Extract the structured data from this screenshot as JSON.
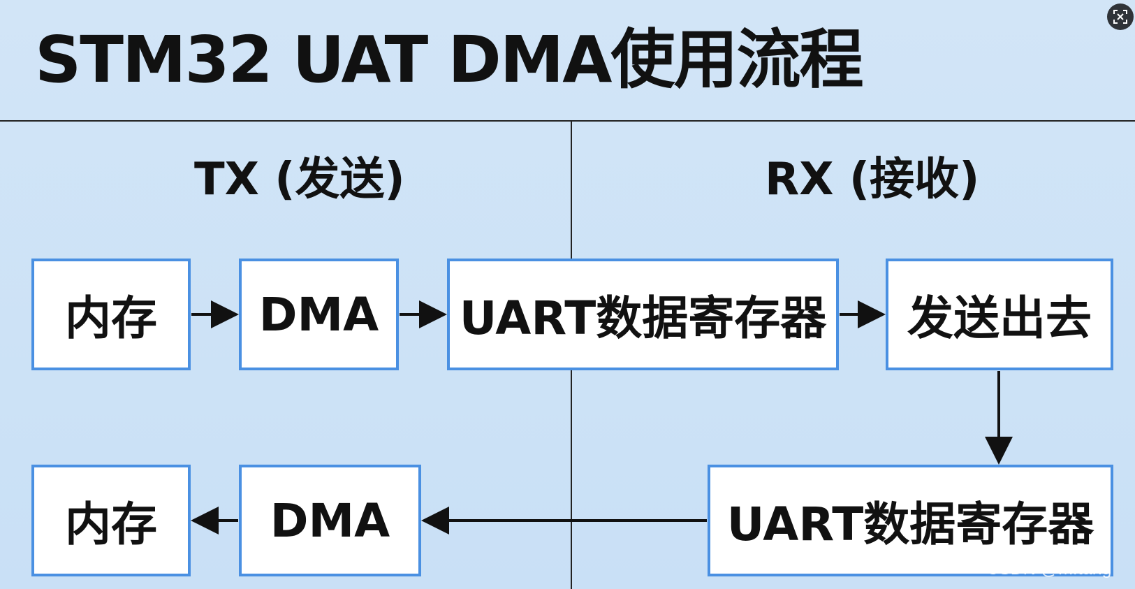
{
  "title": "STM32 UAT DMA使用流程",
  "sections": {
    "tx": "TX (发送)",
    "rx": "RX (接收)"
  },
  "tx_flow": [
    "内存",
    "DMA",
    "UART数据寄存器",
    "发送出去"
  ],
  "rx_flow": [
    "UART数据寄存器",
    "DMA",
    "内存"
  ],
  "colors": {
    "background": "#cce2f6",
    "box_border": "#4a90e2",
    "box_fill": "#ffffff",
    "lines": "#111111"
  },
  "watermark": "CSDN @mftang",
  "icons": [
    "image-viewer-icon"
  ]
}
